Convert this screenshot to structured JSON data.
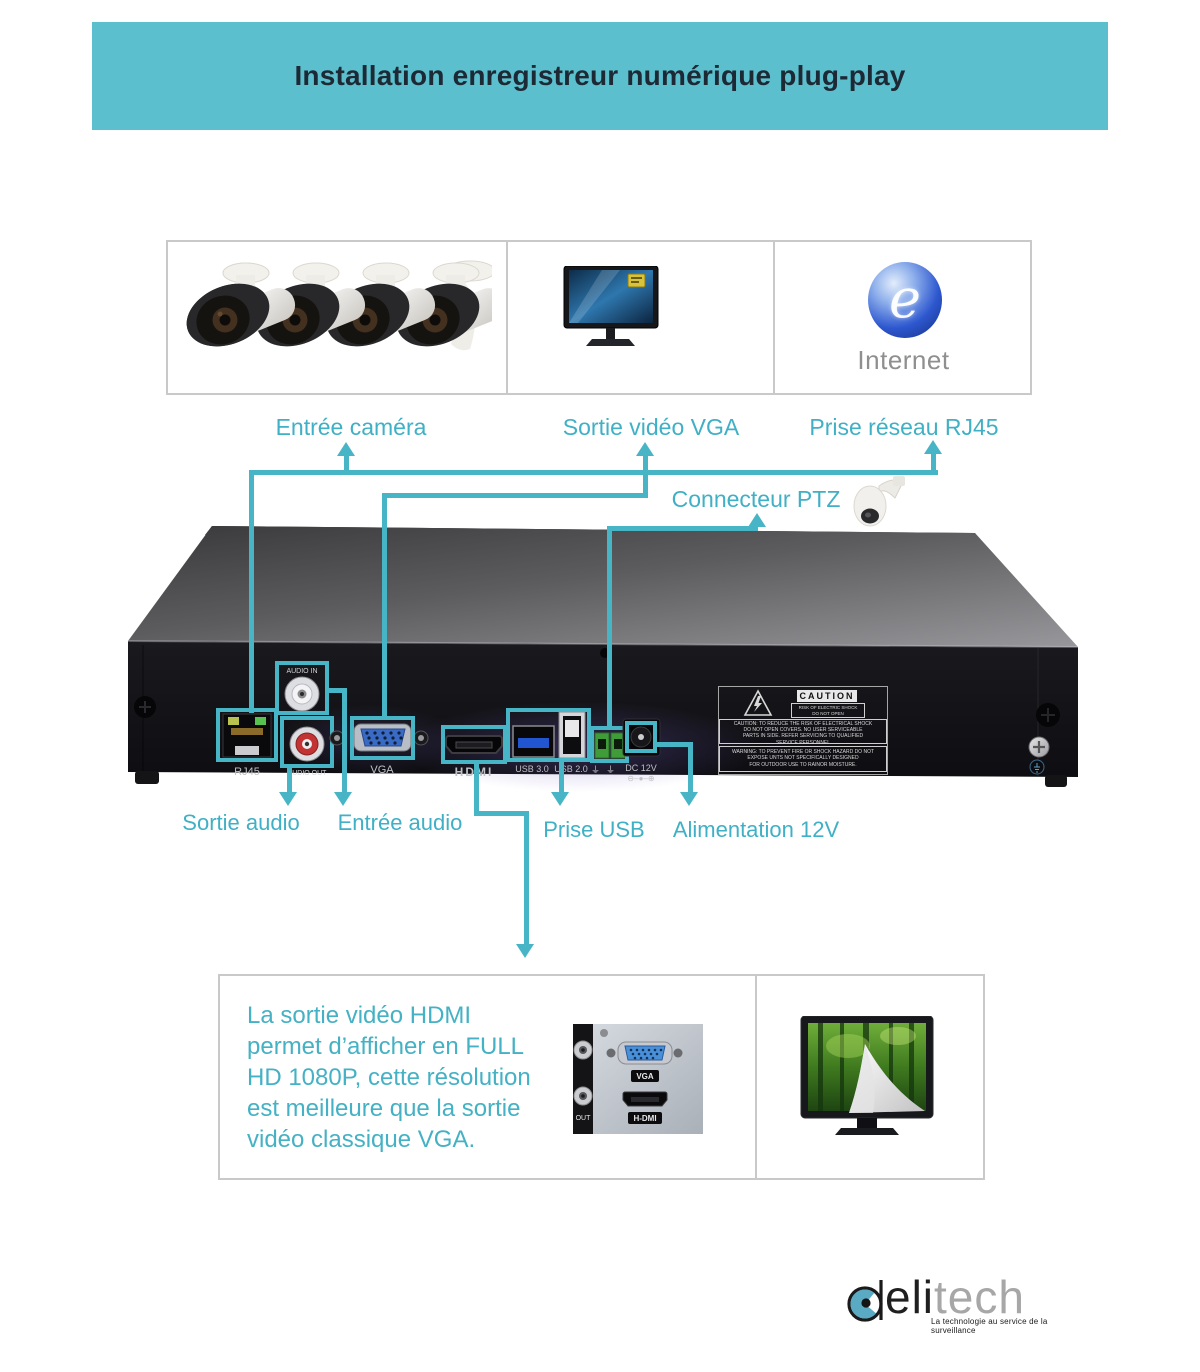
{
  "colors": {
    "accent": "#48B5C7",
    "header_bg": "#5BBFCD",
    "title_color": "#1D2935"
  },
  "header": {
    "title": "Installation enregistreur numérique plug-play"
  },
  "top_boxes": {
    "internet_label": "Internet",
    "internet_letter": "e"
  },
  "callouts": {
    "entree_camera": "Entrée caméra",
    "sortie_video_vga": "Sortie vidéo VGA",
    "prise_reseau_rj45": "Prise réseau RJ45",
    "connecteur_ptz": "Connecteur PTZ",
    "sortie_audio": "Sortie audio",
    "entree_audio": "Entrée audio",
    "prise_usb": "Prise USB",
    "alimentation_12v": "Alimentation 12V"
  },
  "ports": {
    "rj45": "RJ45",
    "audio_in": "AUDIO IN",
    "audio_out": "AUDIO OUT",
    "vga": "VGA",
    "hdmi": "HDMI",
    "usb30": "USB 3.0",
    "usb20": "USB 2.0",
    "dc12v": "DC 12V",
    "polarity": "⊖–●–⊕"
  },
  "caution": {
    "title": "CAUTION",
    "risk1": "RISK OF ELECTRIC SHOCK",
    "risk2": "DO NOT OPEN",
    "body": [
      "CAUTION: TO REDUCE THE RISK OF ELECTRICAL SHOCK",
      "DO NOT OPEN COVERS. NO USER SERVICEABLE",
      "PARTS IN SIDE. REFER SERVICING TO QUALIFIED",
      "SERVICE PERSONNEL"
    ],
    "warning": [
      "WARNING: TO PREVENT FIRE OR SHOCK HAZARD DO NOT",
      "EXPOSE UNTS NOT SPECIFICALLY DESIGNED",
      "FOR OUTDOOR USE TO RAINOR MOISTURE."
    ]
  },
  "bottom_panel": {
    "text_lines": [
      "La sortie vidéo HDMI",
      "permet d’afficher en FULL",
      "HD 1080P,  cette résolution",
      "est meilleure que la sortie",
      "vidéo classique VGA."
    ],
    "vga_label": "VGA",
    "hdmi_label": "H-DMI",
    "out_label": "OUT"
  },
  "logo": {
    "word_black": "eli",
    "word_gray": "tech",
    "tagline": "La technologie au service de la surveillance"
  }
}
